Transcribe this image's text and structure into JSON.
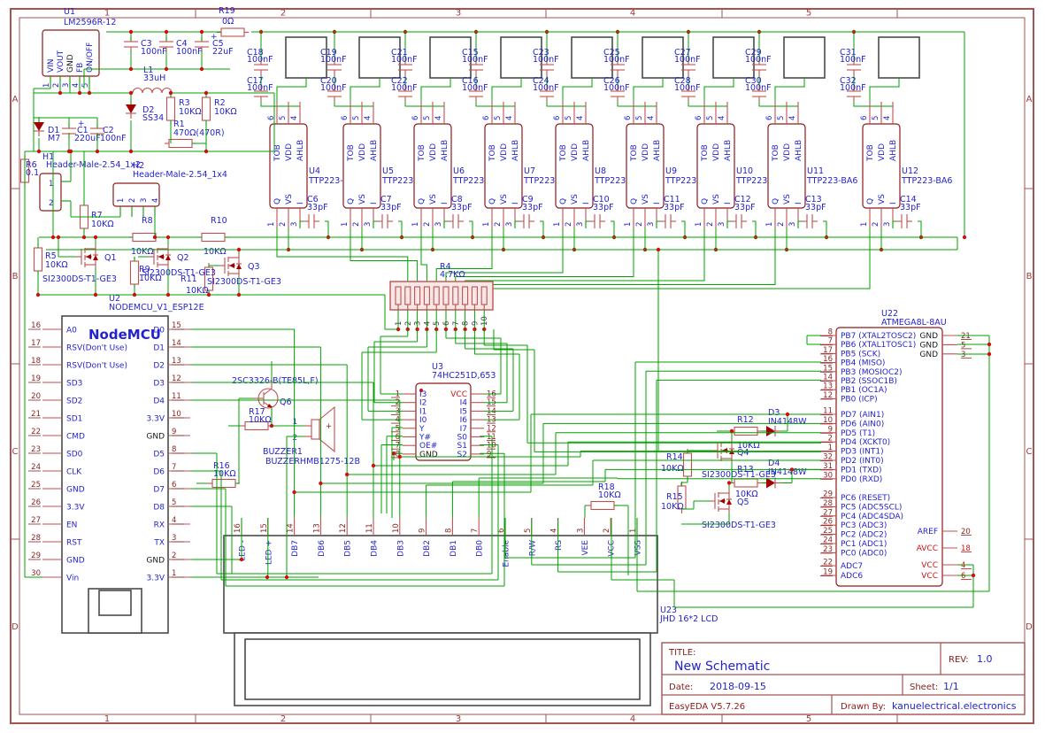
{
  "border": {
    "cols": [
      "1",
      "2",
      "3",
      "4",
      "5"
    ],
    "rows": [
      "A",
      "B",
      "C",
      "D"
    ]
  },
  "title_block": {
    "title_label": "TITLE:",
    "title": "New Schematic",
    "rev_label": "REV:",
    "rev": "1.0",
    "date_label": "Date:",
    "date": "2018-09-15",
    "sheet_label": "Sheet:",
    "sheet": "1/1",
    "tool": "EasyEDA V5.7.26",
    "drawn_label": "Drawn By:",
    "drawn_by": "kanuelectrical.electronics"
  },
  "components": [
    {
      "ref": "R19",
      "value": "0Ω"
    },
    {
      "ref": "C3",
      "value": "100nF"
    },
    {
      "ref": "C4",
      "value": "100nF"
    },
    {
      "ref": "C5",
      "value": "22uF"
    },
    {
      "ref": "L1",
      "value": "33uH"
    },
    {
      "ref": "D2",
      "value": "SS34"
    },
    {
      "ref": "R3",
      "value": "10KΩ"
    },
    {
      "ref": "R2",
      "value": "10KΩ"
    },
    {
      "ref": "R1",
      "value": "470Ω(470R)"
    },
    {
      "ref": "D1",
      "value": "M7"
    },
    {
      "ref": "C1",
      "value": "220uF"
    },
    {
      "ref": "C2",
      "value": "100nF"
    },
    {
      "ref": "R6",
      "value": "0.1"
    },
    {
      "ref": "R7",
      "value": "10KΩ"
    },
    {
      "ref": "R5",
      "value": "10KΩ"
    },
    {
      "ref": "R8",
      "value": "10KΩ"
    },
    {
      "ref": "R9",
      "value": "10KΩ"
    },
    {
      "ref": "R10",
      "value": "10KΩ"
    },
    {
      "ref": "R11",
      "value": "10KΩ"
    },
    {
      "ref": "Q1",
      "value": "SI2300DS-T1-GE3"
    },
    {
      "ref": "Q2",
      "value": "SI2300DS-T1-GE3"
    },
    {
      "ref": "Q3",
      "value": "SI2300DS-T1-GE3"
    },
    {
      "ref": "Q6",
      "value": "2SC3326-B(TE85L,F)"
    },
    {
      "ref": "R17",
      "value": "10KΩ"
    },
    {
      "ref": "R16",
      "value": "10KΩ"
    },
    {
      "ref": "R18",
      "value": "10KΩ"
    },
    {
      "ref": "R12",
      "value": "10KΩ"
    },
    {
      "ref": "R13",
      "value": "10KΩ"
    },
    {
      "ref": "R14",
      "value": "10KΩ"
    },
    {
      "ref": "R15",
      "value": "10KΩ"
    },
    {
      "ref": "Q4",
      "value": "SI2300DS-T1-GE3"
    },
    {
      "ref": "Q5",
      "value": "SI2300DS-T1-GE3"
    },
    {
      "ref": "D3",
      "value": "IN4148W"
    },
    {
      "ref": "D4",
      "value": "IN4148W"
    }
  ],
  "u1": {
    "ref": "U1",
    "value": "LM2596R-12",
    "pins": [
      {
        "num": "1",
        "name": "VIN"
      },
      {
        "num": "2",
        "name": "VOUT"
      },
      {
        "num": "3",
        "name": "GND"
      },
      {
        "num": "4",
        "name": "FB"
      },
      {
        "num": "5",
        "name": "ON/OFF"
      }
    ]
  },
  "headers": {
    "h1": {
      "ref": "H1",
      "value": "Header-Male-2.54_1x2",
      "pins": [
        "1",
        "2"
      ]
    },
    "h2": {
      "ref": "H2",
      "value": "Header-Male-2.54_1x4",
      "pins": [
        "1",
        "2",
        "3",
        "4"
      ]
    }
  },
  "nodemcu": {
    "ref": "U2",
    "value": "NODEMCU_V1_ESP12E",
    "title": "NodeMCU",
    "left_pins": [
      {
        "num": "16",
        "name": "A0"
      },
      {
        "num": "17",
        "name": "RSV(Don't Use)"
      },
      {
        "num": "18",
        "name": "RSV(Don't Use)"
      },
      {
        "num": "19",
        "name": "SD3"
      },
      {
        "num": "20",
        "name": "SD2"
      },
      {
        "num": "21",
        "name": "SD1"
      },
      {
        "num": "22",
        "name": "CMD"
      },
      {
        "num": "23",
        "name": "SD0"
      },
      {
        "num": "24",
        "name": "CLK"
      },
      {
        "num": "25",
        "name": "GND"
      },
      {
        "num": "26",
        "name": "3.3V"
      },
      {
        "num": "27",
        "name": "EN"
      },
      {
        "num": "28",
        "name": "RST"
      },
      {
        "num": "29",
        "name": "GND"
      },
      {
        "num": "30",
        "name": "Vin"
      }
    ],
    "right_pins": [
      {
        "num": "15",
        "name": "D0"
      },
      {
        "num": "14",
        "name": "D1"
      },
      {
        "num": "13",
        "name": "D2"
      },
      {
        "num": "12",
        "name": "D3"
      },
      {
        "num": "11",
        "name": "D4"
      },
      {
        "num": "10",
        "name": "3.3V"
      },
      {
        "num": "9",
        "name": "GND"
      },
      {
        "num": "8",
        "name": "D5"
      },
      {
        "num": "7",
        "name": "D6"
      },
      {
        "num": "6",
        "name": "D7"
      },
      {
        "num": "5",
        "name": "D8"
      },
      {
        "num": "4",
        "name": "RX"
      },
      {
        "num": "3",
        "name": "TX"
      },
      {
        "num": "2",
        "name": "GND"
      },
      {
        "num": "1",
        "name": "3.3V"
      }
    ]
  },
  "mux": {
    "ref": "U3",
    "value": "74HC251D,653",
    "left_pins": [
      {
        "num": "1",
        "name": "I3"
      },
      {
        "num": "2",
        "name": "I2"
      },
      {
        "num": "3",
        "name": "I1"
      },
      {
        "num": "4",
        "name": "I0"
      },
      {
        "num": "5",
        "name": "Y"
      },
      {
        "num": "6",
        "name": "Y#"
      },
      {
        "num": "7",
        "name": "OE#"
      },
      {
        "num": "8",
        "name": "GND"
      }
    ],
    "right_pins": [
      {
        "num": "16",
        "name": "VCC"
      },
      {
        "num": "15",
        "name": "I4"
      },
      {
        "num": "14",
        "name": "I5"
      },
      {
        "num": "13",
        "name": "I6"
      },
      {
        "num": "12",
        "name": "I7"
      },
      {
        "num": "11",
        "name": "S0"
      },
      {
        "num": "10",
        "name": "S1"
      },
      {
        "num": "9",
        "name": "S2"
      }
    ]
  },
  "mcu": {
    "ref": "U22",
    "value": "ATMEGA8L-8AU",
    "left_groups": [
      [
        [
          "8",
          "PB7 (XTAL2TOSC2)"
        ],
        [
          "7",
          "PB6 (XTAL1TOSC1)"
        ],
        [
          "17",
          "PB5 (SCK)"
        ],
        [
          "16",
          "PB4 (MISO)"
        ],
        [
          "15",
          "PB3 (MOSIOC2)"
        ],
        [
          "14",
          "PB2 (SSOC1B)"
        ],
        [
          "13",
          "PB1 (OC1A)"
        ],
        [
          "12",
          "PB0 (ICP)"
        ]
      ],
      [
        [
          "11",
          "PD7 (AIN1)"
        ],
        [
          "10",
          "PD6 (AIN0)"
        ],
        [
          "9",
          "PD5 (T1)"
        ],
        [
          "2",
          "PD4 (XCKT0)"
        ],
        [
          "1",
          "PD3 (INT1)"
        ],
        [
          "32",
          "PD2 (INT0)"
        ],
        [
          "31",
          "PD1 (TXD)"
        ],
        [
          "30",
          "PD0 (RXD)"
        ]
      ],
      [
        [
          "29",
          "PC6 (RESET)"
        ],
        [
          "28",
          "PC5 (ADC5SCL)"
        ],
        [
          "27",
          "PC4 (ADC4SDA)"
        ],
        [
          "26",
          "PC3 (ADC3)"
        ],
        [
          "25",
          "PC2 (ADC2)"
        ],
        [
          "24",
          "PC1 (ADC1)"
        ],
        [
          "23",
          "PC0 (ADC0)"
        ]
      ],
      [
        [
          "22",
          "ADC7"
        ],
        [
          "19",
          "ADC6"
        ]
      ]
    ],
    "right_top": [
      [
        "21",
        "GND"
      ],
      [
        "5",
        "GND"
      ],
      [
        "3",
        "GND"
      ]
    ],
    "right_bottom": [
      [
        "20",
        "AREF",
        "blue"
      ],
      [
        "18",
        "AVCC",
        "red"
      ],
      [
        "4",
        "VCC",
        "red"
      ],
      [
        "6",
        "VCC",
        "red"
      ]
    ]
  },
  "touch": {
    "value": "TTP223-BA6",
    "top_pins": [
      {
        "num": "6",
        "name": "TOB"
      },
      {
        "num": "5",
        "name": "VDD"
      },
      {
        "num": "4",
        "name": "AHLB"
      }
    ],
    "bottom_pins": [
      {
        "num": "1",
        "name": "Q"
      },
      {
        "num": "2",
        "name": "VS"
      },
      {
        "num": "3",
        "name": "I"
      }
    ],
    "units": [
      {
        "ref": "U4",
        "caps": [
          {
            "ref": "C18",
            "value": "100nF"
          },
          {
            "ref": "C17",
            "value": "100nF"
          }
        ],
        "qcap": {
          "ref": "C6",
          "value": "33pF"
        }
      },
      {
        "ref": "U5",
        "caps": [
          {
            "ref": "C19",
            "value": "100nF"
          },
          {
            "ref": "C20",
            "value": "100nF"
          }
        ],
        "qcap": {
          "ref": "C7",
          "value": "33pF"
        }
      },
      {
        "ref": "U6",
        "caps": [
          {
            "ref": "C21",
            "value": "100nF"
          },
          {
            "ref": "C22",
            "value": "100nF"
          }
        ],
        "qcap": {
          "ref": "C8",
          "value": "33pF"
        }
      },
      {
        "ref": "U7",
        "caps": [
          {
            "ref": "C15",
            "value": "100nF"
          },
          {
            "ref": "C16",
            "value": "100nF"
          }
        ],
        "qcap": {
          "ref": "C9",
          "value": "33pF"
        }
      },
      {
        "ref": "U8",
        "caps": [
          {
            "ref": "C23",
            "value": "100nF"
          },
          {
            "ref": "C24",
            "value": "100nF"
          }
        ],
        "qcap": {
          "ref": "C10",
          "value": "33pF"
        }
      },
      {
        "ref": "U9",
        "caps": [
          {
            "ref": "C25",
            "value": "100nF"
          },
          {
            "ref": "C26",
            "value": "100nF"
          }
        ],
        "qcap": {
          "ref": "C11",
          "value": "33pF"
        }
      },
      {
        "ref": "U10",
        "caps": [
          {
            "ref": "C27",
            "value": "100nF"
          },
          {
            "ref": "C28",
            "value": "100nF"
          }
        ],
        "qcap": {
          "ref": "C12",
          "value": "33pF"
        }
      },
      {
        "ref": "U11",
        "caps": [
          {
            "ref": "C29",
            "value": "100nF"
          },
          {
            "ref": "C30",
            "value": "100nF"
          }
        ],
        "qcap": {
          "ref": "C13",
          "value": "33pF"
        }
      },
      {
        "ref": "U12",
        "caps": [
          {
            "ref": "C31",
            "value": "100nF"
          },
          {
            "ref": "C32",
            "value": "100nF"
          }
        ],
        "qcap": {
          "ref": "C14",
          "value": "33pF"
        }
      }
    ]
  },
  "network": {
    "ref": "R4",
    "value": "4.7KΩ",
    "pins": [
      "1",
      "2",
      "3",
      "4",
      "5",
      "6",
      "7",
      "8",
      "9",
      "10"
    ]
  },
  "buzzer": {
    "ref": "BUZZER1",
    "value": "BUZZERHMB1275-12B",
    "pins": [
      "1",
      "2"
    ],
    "plus": "+"
  },
  "lcd": {
    "ref": "U23",
    "value": "JHD 16*2 LCD",
    "pins": [
      {
        "num": "16",
        "name": "LED -"
      },
      {
        "num": "15",
        "name": "LED +"
      },
      {
        "num": "14",
        "name": "DB7"
      },
      {
        "num": "13",
        "name": "DB6"
      },
      {
        "num": "12",
        "name": "DB5"
      },
      {
        "num": "11",
        "name": "DB4"
      },
      {
        "num": "10",
        "name": "DB3"
      },
      {
        "num": "9",
        "name": "DB2"
      },
      {
        "num": "8",
        "name": "DB1"
      },
      {
        "num": "7",
        "name": "DB0"
      },
      {
        "num": "6",
        "name": "Enable"
      },
      {
        "num": "5",
        "name": "R/W"
      },
      {
        "num": "4",
        "name": "RS"
      },
      {
        "num": "3",
        "name": "VEE"
      },
      {
        "num": "2",
        "name": "VCC"
      },
      {
        "num": "1",
        "name": "VSS"
      }
    ]
  }
}
